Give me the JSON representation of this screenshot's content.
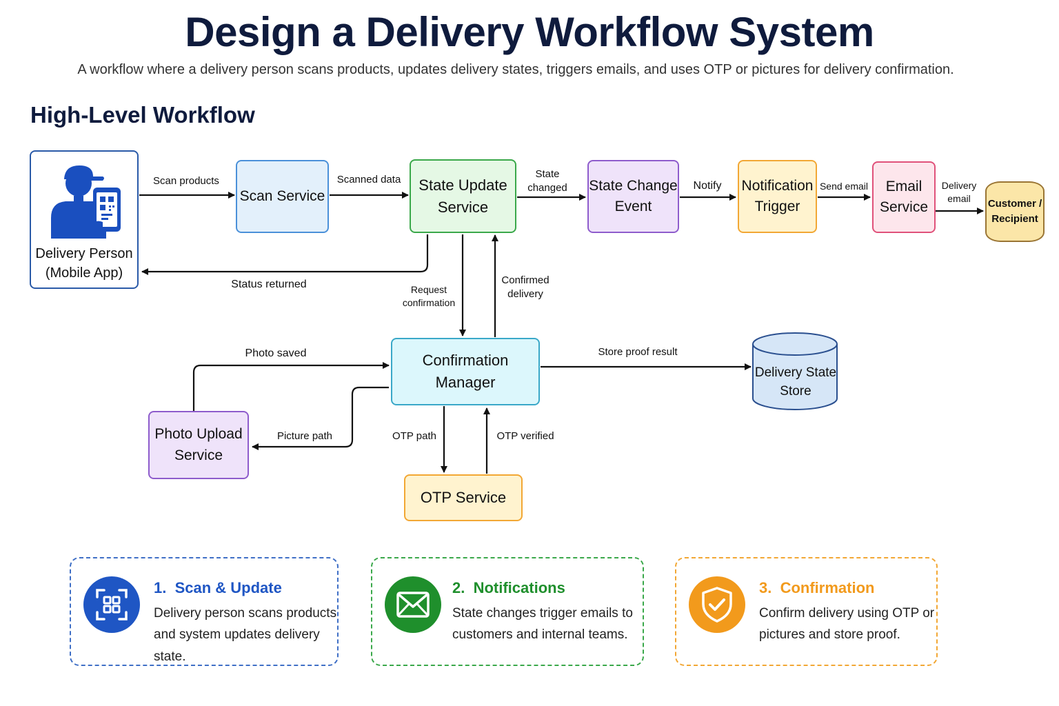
{
  "title": "Design a Delivery Workflow System",
  "subtitle": "A workflow where a delivery person scans products, updates delivery states, triggers emails, and uses OTP or pictures for delivery confirmation.",
  "section_heading": "High-Level Workflow",
  "nodes": {
    "delivery_person": {
      "line1": "Delivery Person",
      "line2": "(Mobile App)"
    },
    "scan_service": {
      "line1": "Scan Service"
    },
    "state_update_service": {
      "line1": "State Update",
      "line2": "Service"
    },
    "state_change_event": {
      "line1": "State Change",
      "line2": "Event"
    },
    "notification_trigger": {
      "line1": "Notification",
      "line2": "Trigger"
    },
    "email_service": {
      "line1": "Email",
      "line2": "Service"
    },
    "customer": {
      "line1": "Customer /",
      "line2": "Recipient"
    },
    "confirmation_manager": {
      "line1": "Confirmation",
      "line2": "Manager"
    },
    "delivery_state_store": {
      "line1": "Delivery State",
      "line2": "Store"
    },
    "photo_upload_service": {
      "line1": "Photo Upload",
      "line2": "Service"
    },
    "otp_service": {
      "line1": "OTP Service"
    }
  },
  "edges": {
    "scan_products": "Scan products",
    "scanned_data": "Scanned data",
    "state_changed_1": "State",
    "state_changed_2": "changed",
    "notify": "Notify",
    "send_email": "Send email",
    "delivery_email_1": "Delivery",
    "delivery_email_2": "email",
    "status_returned": "Status returned",
    "request_confirmation_1": "Request",
    "request_confirmation_2": "confirmation",
    "confirmed_delivery_1": "Confirmed",
    "confirmed_delivery_2": "delivery",
    "photo_saved": "Photo saved",
    "store_proof_result": "Store proof result",
    "picture_path": "Picture path",
    "otp_path": "OTP path",
    "otp_verified": "OTP verified"
  },
  "cards": [
    {
      "number": "1.",
      "title": "Scan & Update",
      "line1": "Delivery person scans products",
      "line2": "and system updates delivery state.",
      "color": "#1f56c4",
      "icon": "qr-scan-icon"
    },
    {
      "number": "2.",
      "title": "Notifications",
      "line1": "State changes trigger emails to",
      "line2": "customers and internal teams.",
      "color": "#1f8f2c",
      "icon": "envelope-icon"
    },
    {
      "number": "3.",
      "title": "Confirmation",
      "line1": "Confirm delivery using OTP or",
      "line2": "pictures and store proof.",
      "color": "#f29a1c",
      "icon": "shield-check-icon"
    }
  ]
}
